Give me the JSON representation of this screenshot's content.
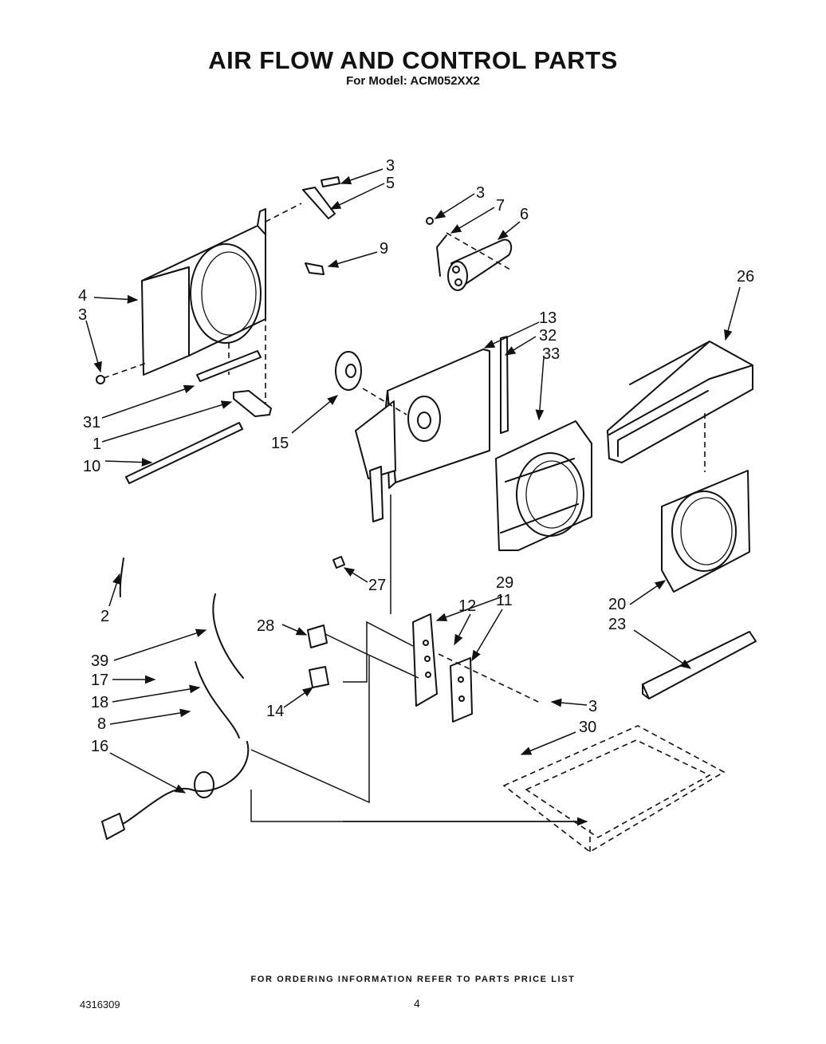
{
  "header": {
    "title": "AIR FLOW AND CONTROL PARTS",
    "subtitle": "For Model: ACM052XX2"
  },
  "callouts": {
    "c3a": "3",
    "c5": "5",
    "c3b": "3",
    "c7": "7",
    "c6": "6",
    "c9": "9",
    "c26": "26",
    "c4": "4",
    "c3c": "3",
    "c13": "13",
    "c32": "32",
    "c33": "33",
    "c31": "31",
    "c1": "1",
    "c15": "15",
    "c10": "10",
    "c27": "27",
    "c2": "2",
    "c29": "29",
    "c11": "11",
    "c28": "28",
    "c12": "12",
    "c20": "20",
    "c23": "23",
    "c39": "39",
    "c17": "17",
    "c18": "18",
    "c14": "14",
    "c3d": "3",
    "c8": "8",
    "c30": "30",
    "c16": "16"
  },
  "footer": {
    "note": "FOR ORDERING INFORMATION REFER TO PARTS PRICE LIST",
    "doc_number": "4316309",
    "page_number": "4"
  }
}
